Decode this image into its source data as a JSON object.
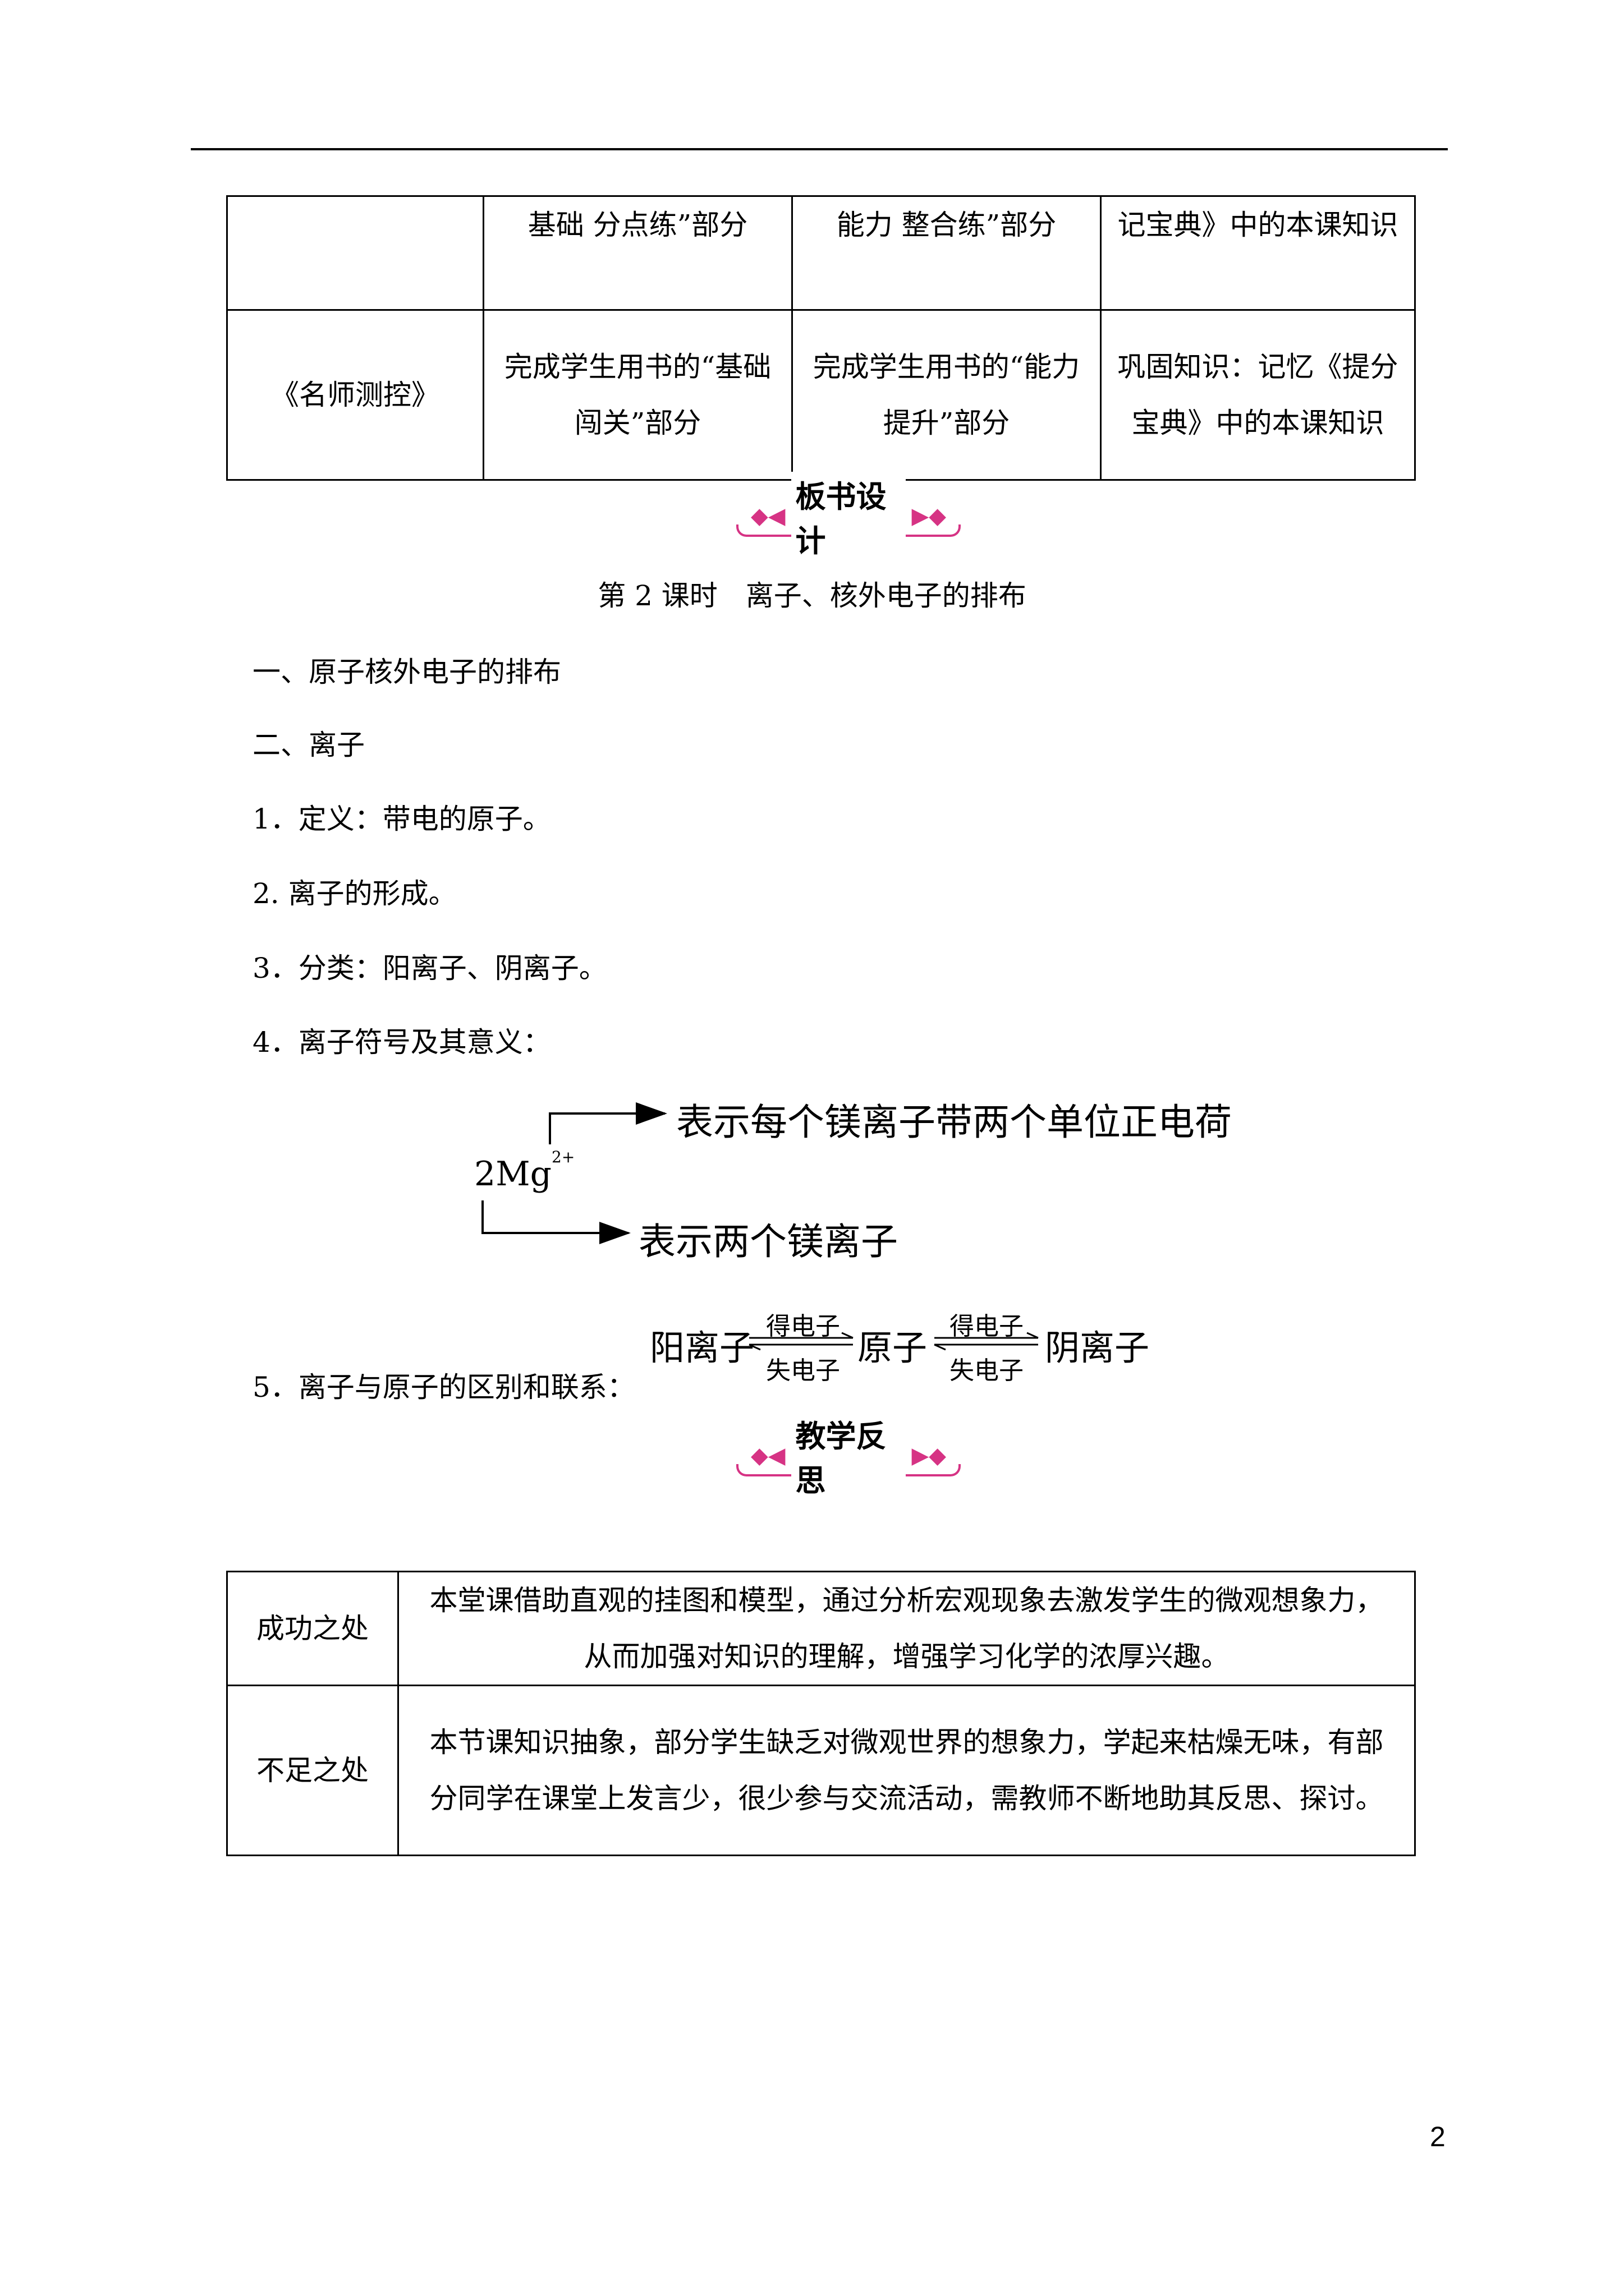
{
  "plan_table": {
    "rows": [
      [
        "",
        "基础 分点练”部分",
        "能力 整合练”部分",
        "记宝典》中的本课知识"
      ],
      [
        "《名师测控》",
        "完成学生用书的“基础闯关”部分",
        "完成学生用书的“能力提升”部分",
        "巩固知识：记忆《提分宝典》中的本课知识"
      ]
    ]
  },
  "board_design": {
    "banner": "板书设计",
    "lesson_title": "第 2 课时　离子、核外电子的排布",
    "items": [
      "一、原子核外电子的排布",
      "二、离子",
      "1．定义：带电的原子。",
      "2. 离子的形成。",
      "3．分类：阳离子、阴离子。",
      "4．离子符号及其意义：",
      "5．离子与原子的区别和联系："
    ],
    "symbol": {
      "coef": "2",
      "element": "Mg",
      "charge": "2+"
    },
    "symbol_meanings": [
      "表示每个镁离子带两个单位正电荷",
      "表示两个镁离子"
    ],
    "relation": {
      "cation": "阳离子",
      "atom": "原子",
      "anion": "阴离子",
      "gain": "得电子",
      "lose": "失电子"
    }
  },
  "reflection": {
    "banner": "教学反思",
    "rows": [
      {
        "head": "成功之处",
        "text": "本堂课借助直观的挂图和模型，通过分析宏观现象去激发学生的微观想象力，从而加强对知识的理解，增强学习化学的浓厚兴趣。"
      },
      {
        "head": "不足之处",
        "text": "本节课知识抽象，部分学生缺乏对微观世界的想象力，学起来枯燥无味，有部分同学在课堂上发言少，很少参与交流活动，需教师不断地助其反思、探讨。"
      }
    ]
  },
  "page_number": "2",
  "colors": {
    "banner_accent": "#d63384"
  }
}
